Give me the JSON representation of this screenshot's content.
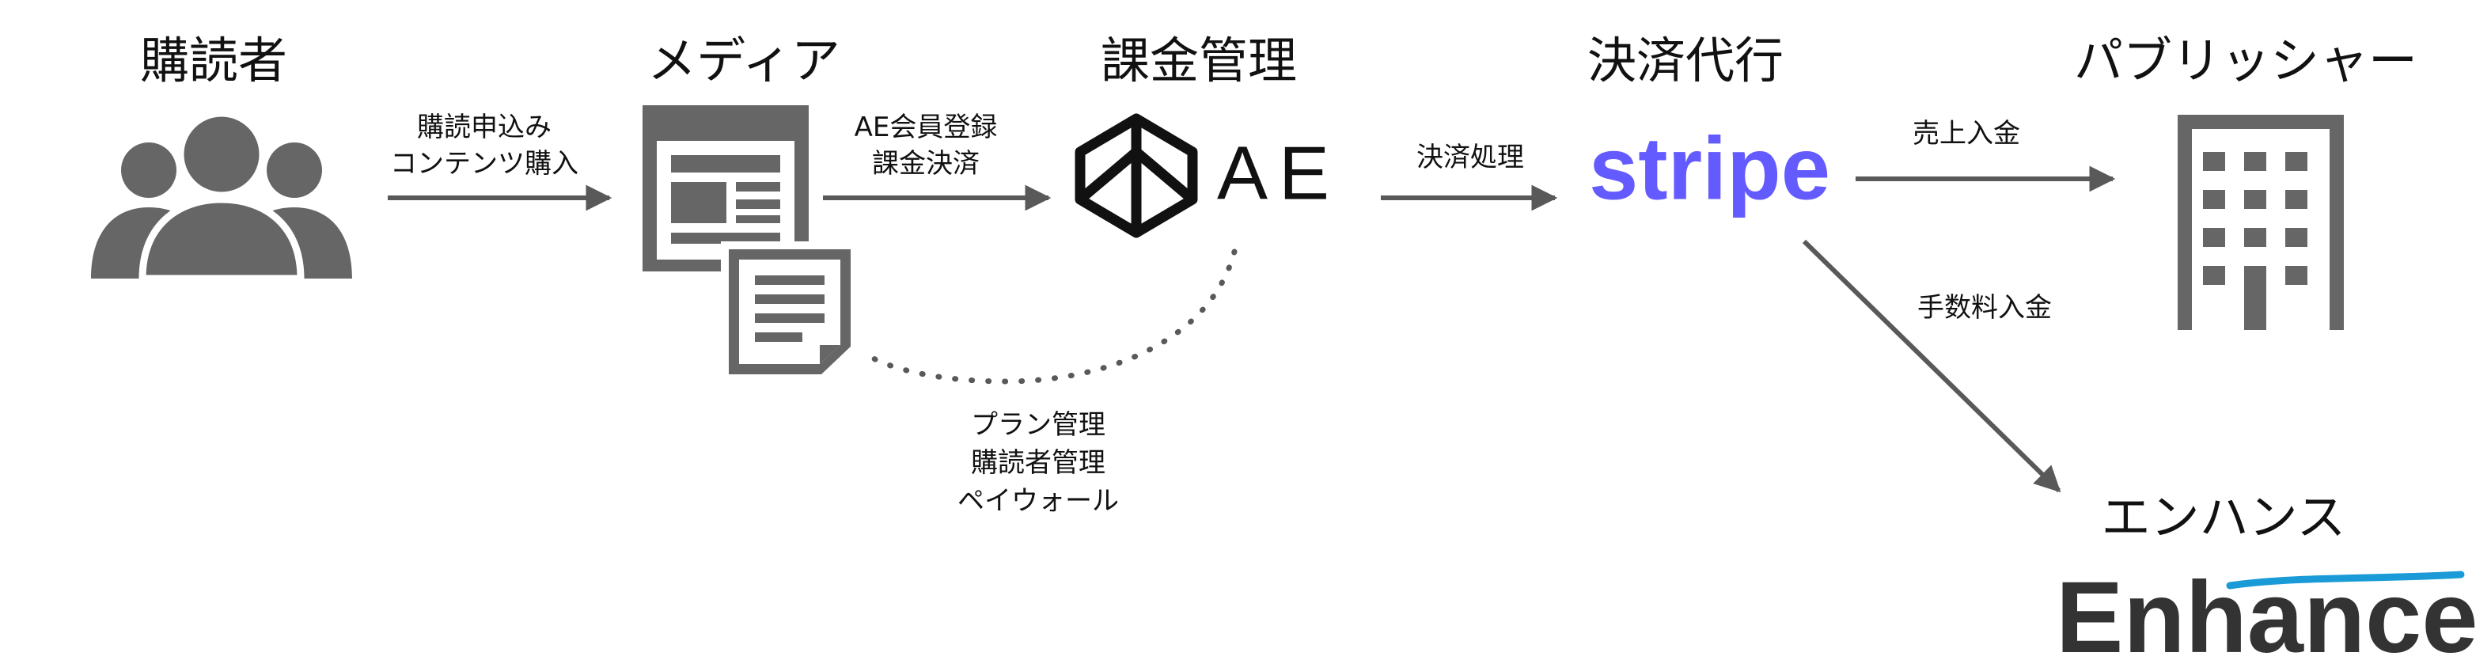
{
  "nodes": {
    "subscriber": {
      "title": "購読者"
    },
    "media": {
      "title": "メディア"
    },
    "billing": {
      "title": "課金管理",
      "brand": "AE"
    },
    "payment": {
      "title": "決済代行",
      "brand": "stripe"
    },
    "publisher": {
      "title": "パブリッシャー"
    },
    "enhance": {
      "title": "エンハンス",
      "brand": "Enhance"
    }
  },
  "edges": {
    "subscriber_to_media": {
      "lines": [
        "購読申込み",
        "コンテンツ購入"
      ]
    },
    "media_to_billing": {
      "lines": [
        "AE会員登録",
        "課金決済"
      ]
    },
    "billing_to_payment": {
      "lines": [
        "決済処理"
      ]
    },
    "payment_to_publisher": {
      "lines": [
        "売上入金"
      ]
    },
    "payment_to_enhance": {
      "lines": [
        "手数料入金"
      ]
    },
    "billing_to_media_dotted": {
      "lines": [
        "プラン管理",
        "購読者管理",
        "ペイウォール"
      ]
    }
  },
  "colors": {
    "icon_gray": "#666666",
    "arrow_gray": "#595959",
    "stripe_purple": "#635bff",
    "enhance_dark": "#333333",
    "enhance_accent": "#1a9bd7"
  },
  "icons": {
    "subscriber": "people-group-icon",
    "media": "documents-icon",
    "billing": "ae-logo-icon",
    "publisher": "office-building-icon"
  }
}
